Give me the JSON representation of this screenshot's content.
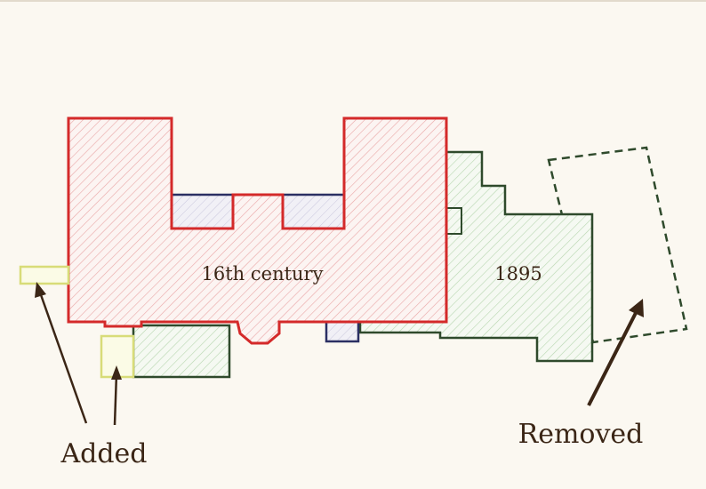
{
  "labels": {
    "sixteenth_century": "16th century",
    "year_1895": "1895",
    "added": "Added",
    "removed": "Removed"
  },
  "colors": {
    "background": "#fbf8f1",
    "sixteenth_century_outline": "#d42a2a",
    "sixteenth_century_hatch": "#e9a6a6",
    "later_outline": "#2f4a2c",
    "later_hatch": "#b8d6b0",
    "infill_outline": "#2b2f63",
    "infill_fill": "#e6e3ef",
    "added_outline": "#d8dc78",
    "added_fill": "#fbfbe6",
    "arrow": "#3b2616"
  }
}
